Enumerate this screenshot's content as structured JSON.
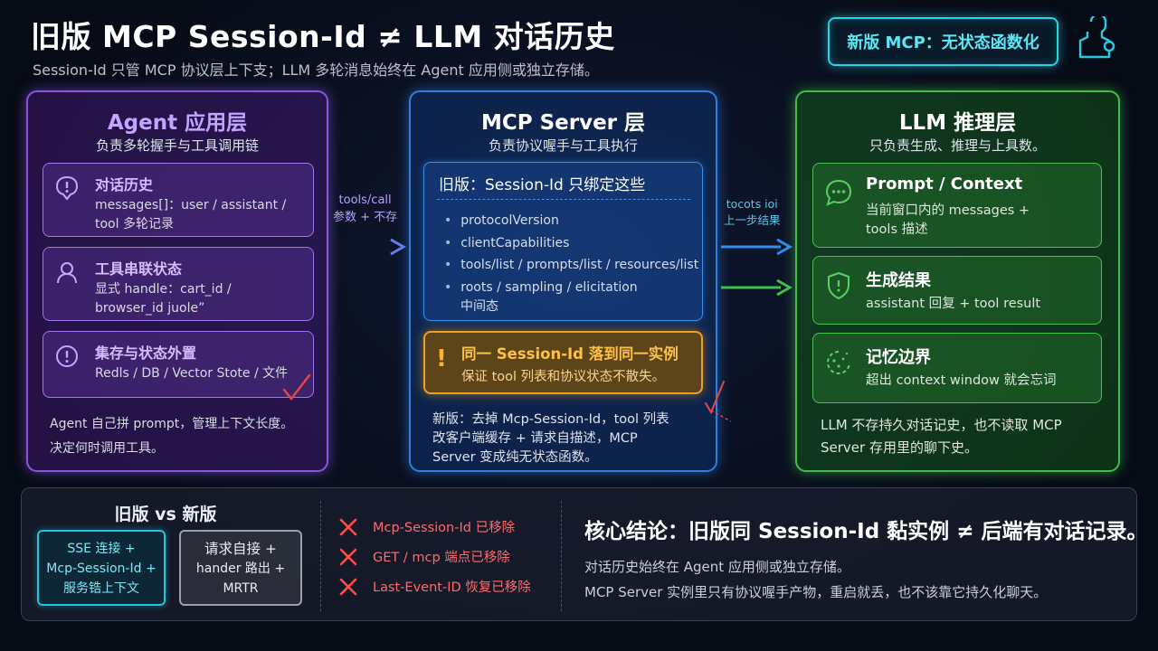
{
  "header": {
    "title": "旧版 MCP Session-Id ≠ LLM 对话历史",
    "subtitle": "Session-Id 只管 MCP 协议层上下支；LLM 多轮消息始终在 Agent 应用侧或独立存储。",
    "badge": "新版 MCP：无状态函数化"
  },
  "agent": {
    "title": "Agent 应用层",
    "subtitle": "负责多轮握手与工具调用链",
    "cards": [
      {
        "title": "对话历史",
        "line1": "messages[]：user / assistant /",
        "line2": "tool 多轮记录",
        "icon": "alert-bubble-icon"
      },
      {
        "title": "工具串联状态",
        "line1": "显式 handle：cart_id /",
        "line2": "browser_id juole”",
        "icon": "user-icon"
      },
      {
        "title": "集存与状态外置",
        "line1": "Redls / DB / Vector Stote / 文件",
        "line2": "",
        "icon": "alert-circle-icon"
      }
    ],
    "footer1": "Agent 自己拼 prompt，管理上下文长度。",
    "footer2": "决定何时调用工具。"
  },
  "arrows": {
    "left_label1": "tools/call",
    "left_label2": "参数 + 不存",
    "right_label1": "tocots ioi",
    "right_label2": "上一步结果"
  },
  "mcp": {
    "title": "MCP Server 层",
    "subtitle": "负责协议喔手与工具执行",
    "box_title": "旧版：Session-Id 只绑定这些",
    "items": [
      "protocolVersion",
      "clientCapabilities",
      "tools/list / prompts/list / resources/list",
      "roots / sampling / elicitation"
    ],
    "item_cont": "中间态",
    "warn_title": "同一 Session-Id 落到同一实例",
    "warn_body": "保证 tool 列表和协议状态不散失。",
    "footer1": "新版：去掉 Mcp-Session-Id，tool 列表",
    "footer2": "改客户端缓存 + 请求自描述，MCP",
    "footer3": "Server 变成纯无状态函数。"
  },
  "llm": {
    "title": "LLM 推理层",
    "subtitle": "只负责生成、推理与上具数。",
    "cards": [
      {
        "title": "Prompt / Context",
        "line1": "当前窗口内的 messages +",
        "line2": "tools 描述",
        "icon": "chat-bubble-icon"
      },
      {
        "title": "生成结果",
        "line1": "assistant 回复 + tool result",
        "line2": "",
        "icon": "shield-icon"
      },
      {
        "title": "记忆边界",
        "line1": "超出 context window 就会忘词",
        "line2": "",
        "icon": "fading-memory-icon"
      }
    ],
    "footer1": "LLM 不存持久对话记史，也不读取 MCP",
    "footer2": "Server 存用里的聊下史。"
  },
  "bottom": {
    "vs_title": "旧版 vs 新版",
    "old": [
      "SSE 连接 +",
      "Mcp-Session-Id +",
      "服务锆上下文"
    ],
    "new": [
      "请求自接 +",
      "hander 路出 +",
      "MRTR"
    ],
    "removed": [
      "Mcp-Session-Id 已移除",
      "GET / mcp 端点已移除",
      "Last-Event-ID 恢复已移除"
    ],
    "core_title": "核心结论：旧版同 Session-Id 黏实例 ≠ 后端有对话记录。",
    "core_line1": "对话历史始终在 Agent 应用侧或独立存储。",
    "core_line2": "MCP Server 实例里只有协议喔手产物，重启就丢，也不该靠它持久化聊天。"
  },
  "colors": {
    "agent": "#8a55e0",
    "mcp": "#2f7fe0",
    "llm": "#3fbf4a",
    "warn": "#f0a020",
    "accent_cyan": "#27d4e6",
    "removed_red": "#ff5555"
  }
}
